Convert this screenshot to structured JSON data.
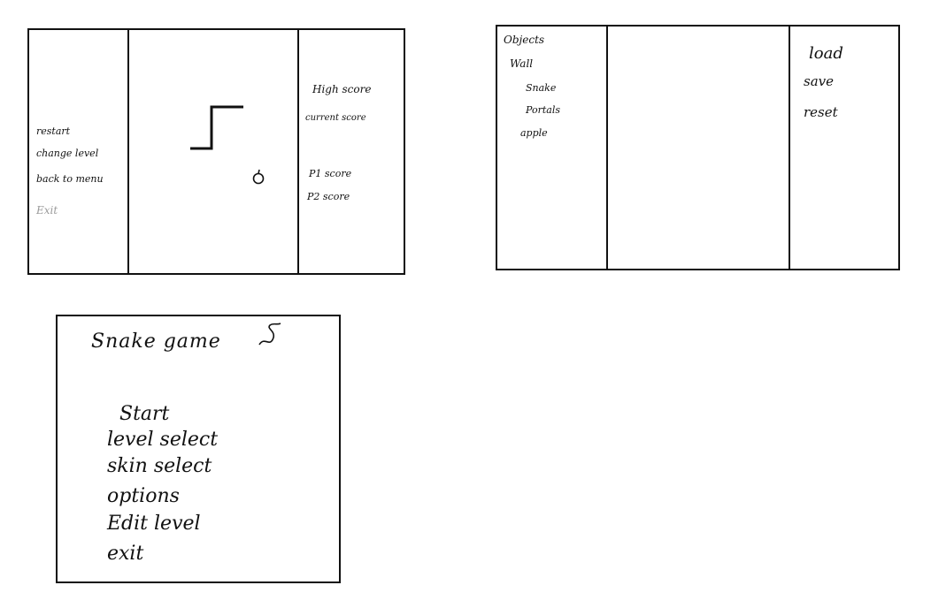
{
  "game_screen": {
    "left_menu": [
      "restart",
      "change level",
      "back to menu",
      "Exit"
    ],
    "right_panel": {
      "high_score": "High score",
      "current_score": "current score",
      "p1_score": "P1 score",
      "p2_score": "P2 score"
    }
  },
  "level_editor": {
    "objects_title": "Objects",
    "objects": [
      "Wall",
      "Snake",
      "Portals",
      "apple"
    ],
    "actions": [
      "load",
      "save",
      "reset"
    ]
  },
  "main_menu": {
    "title": "Snake game",
    "items": [
      "Start",
      "level select",
      "skin select",
      "options",
      "Edit level",
      "exit"
    ]
  }
}
